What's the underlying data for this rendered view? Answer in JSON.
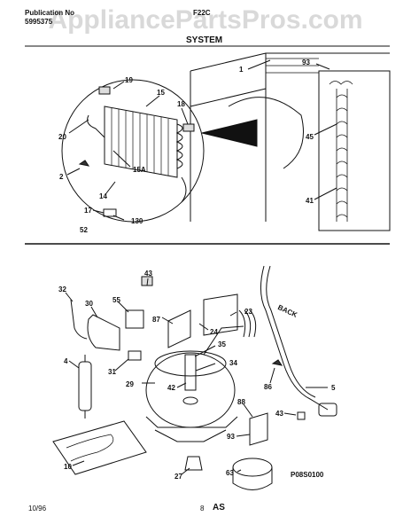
{
  "watermark": "AppliancePartsPros.com",
  "header": {
    "publication_label": "Publication No",
    "publication_number": "5995375",
    "model": "F22C",
    "section": "SYSTEM"
  },
  "callouts_top": [
    "1",
    "93",
    "19",
    "15",
    "18",
    "20",
    "15A",
    "2",
    "14",
    "17",
    "130",
    "52",
    "45",
    "41"
  ],
  "callouts_bottom": [
    "43",
    "32",
    "30",
    "55",
    "87",
    "23",
    "24",
    "35",
    "BACK",
    "4",
    "31",
    "34",
    "29",
    "42",
    "86",
    "5",
    "88",
    "43",
    "93",
    "10",
    "27",
    "63"
  ],
  "diagram_code": "P08S0100",
  "footer": {
    "date": "10/96",
    "page": "8",
    "code": "AS"
  }
}
